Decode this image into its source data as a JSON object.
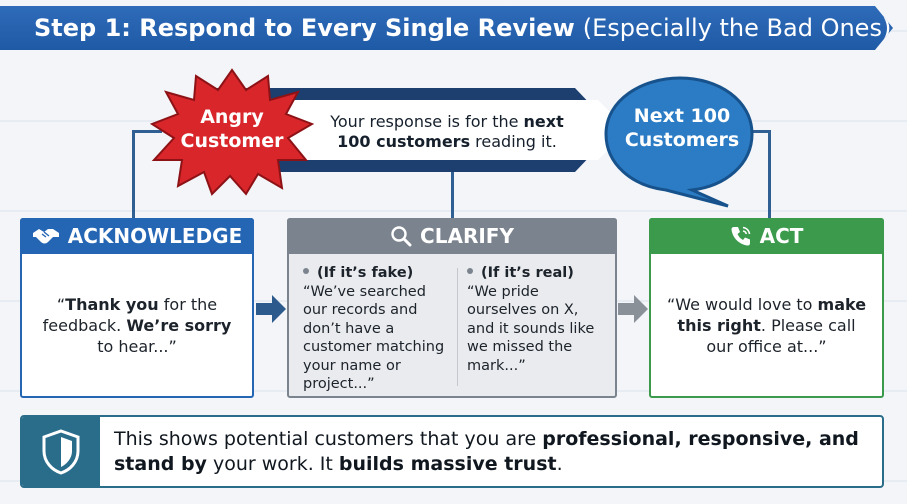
{
  "header": {
    "title_bold": "Step 1: Respond to Every Single Review",
    "title_light": "(Especially the Bad Ones)"
  },
  "flow": {
    "angry_line1": "Angry",
    "angry_line2": "Customer",
    "arrow_text_1": "Your response is for the ",
    "arrow_text_bold_1": "next",
    "arrow_text_bold_2": "100 customers",
    "arrow_text_2": " reading it.",
    "next_line1": "Next 100",
    "next_line2": "Customers"
  },
  "cards": {
    "acknowledge": {
      "title": "ACKNOWLEDGE",
      "icon": "handshake-icon",
      "quote_open": "“",
      "bold1": "Thank you",
      "text1": " for the feedback. ",
      "bold2": "We’re sorry",
      "text2": " to hear...”"
    },
    "clarify": {
      "title": "CLARIFY",
      "icon": "magnifier-icon",
      "fake_label": "(If it’s fake)",
      "fake_text": "“We’ve searched our records and don’t have a customer matching your name or project...”",
      "real_label": "(If it’s real)",
      "real_text": "“We pride ourselves on X, and it sounds like we missed the mark...”"
    },
    "act": {
      "title": "ACT",
      "icon": "phone-icon",
      "text1": "“We would love to ",
      "bold1": "make this right",
      "text2": ". Please call our office at...”"
    }
  },
  "banner": {
    "icon": "shield-icon",
    "text1": "This shows potential customers that you are ",
    "bold1": "professional, responsive, and stand by",
    "text2": " your work. It ",
    "bold2": "builds massive trust",
    "text3": "."
  },
  "colors": {
    "header_blue": "#2465b4",
    "band_navy": "#1c3f6f",
    "angry_red": "#d8262b",
    "bubble_blue": "#2b7cc4",
    "clarify_gray": "#7b838e",
    "act_green": "#3c9a4c",
    "banner_teal": "#2a6d8b"
  }
}
